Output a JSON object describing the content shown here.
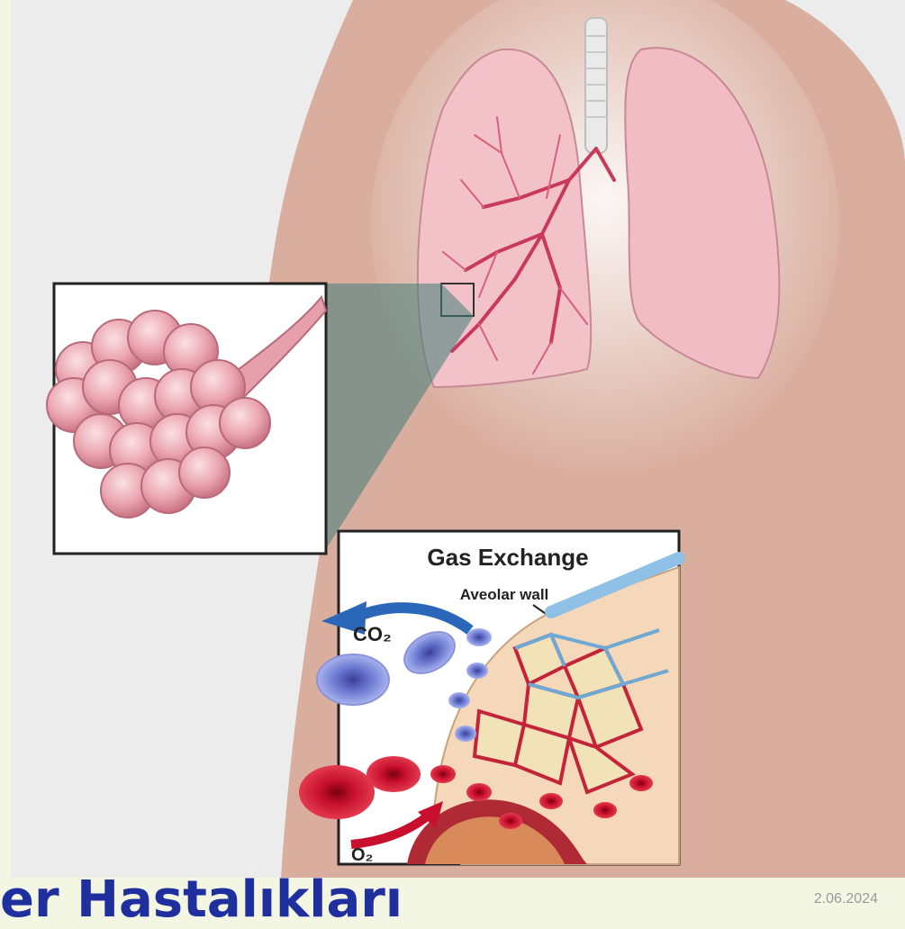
{
  "slide": {
    "title": "er Hastalıkları",
    "date": "2.06.2024"
  },
  "illustration": {
    "inset_title": "Gas Exchange",
    "wall_label": "Aveolar wall",
    "co2_label": "CO₂",
    "o2_label": "O₂"
  },
  "colors": {
    "background": "#f4f6e4",
    "title": "#1f2f9e",
    "skin": "#d9ae9f",
    "lung": "#f3c2c9",
    "vessel": "#c93a5a",
    "co2_arrow": "#2a67b8",
    "o2_arrow": "#c8102e"
  }
}
